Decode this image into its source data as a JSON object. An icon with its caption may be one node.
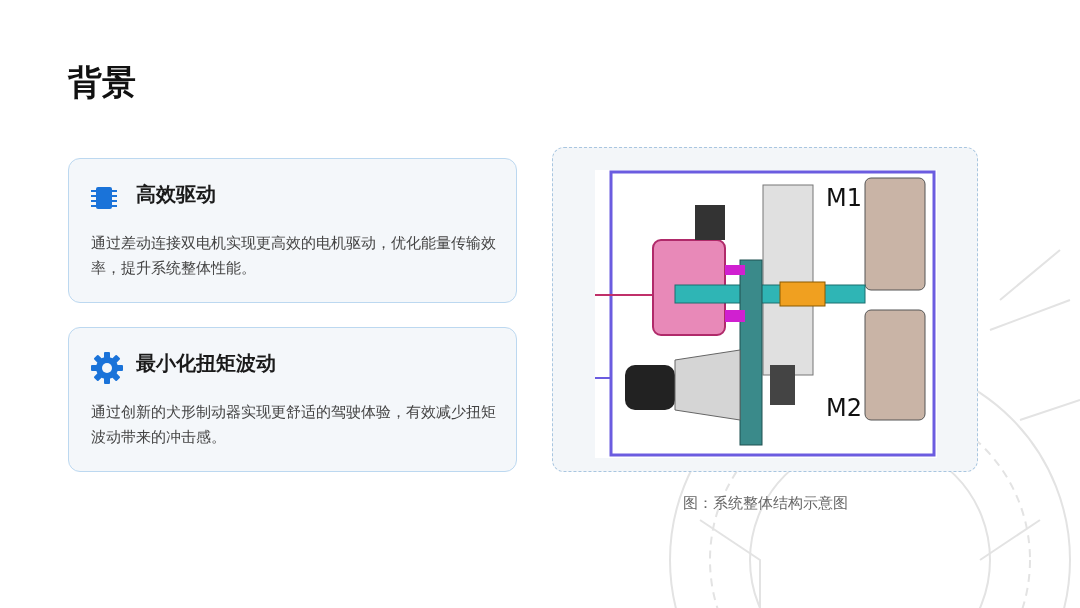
{
  "diagram": {
    "title": "背景",
    "caption": "图：系统整体结构示意图",
    "nodes": [
      {
        "text": [
          "高效驱动",
          "通过差动连接双电机实现更高效的电机驱动，优化能量传输效率，提升系统整体性能。"
        ]
      },
      {
        "text": [
          "最小化扭矩波动",
          "通过创新的犬形制动器实现更舒适的驾驶体验，有效减少扭矩波动带来的冲击感。"
        ]
      }
    ],
    "edges": [],
    "labels": [
      "M1",
      "M2"
    ]
  }
}
